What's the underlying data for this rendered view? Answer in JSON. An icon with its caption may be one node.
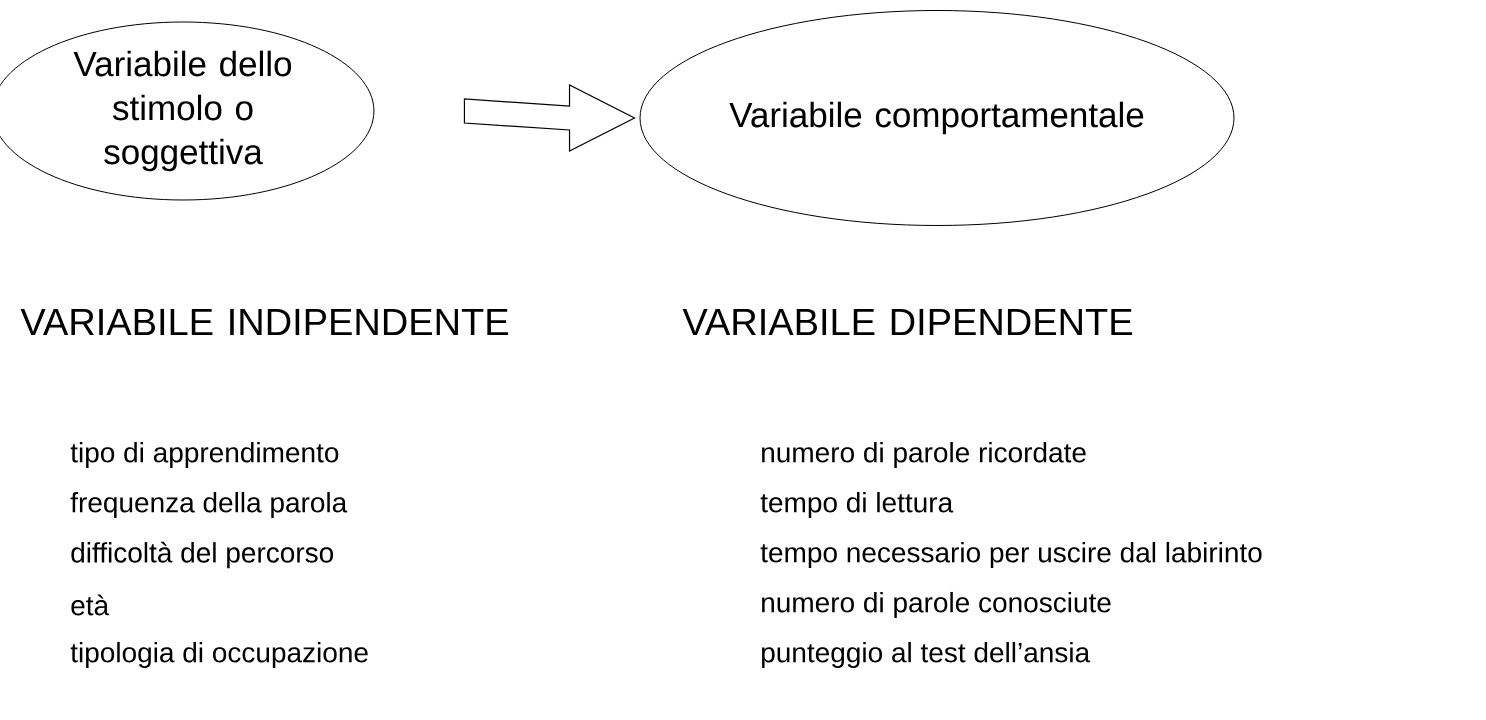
{
  "diagram": {
    "nodes": [
      {
        "text": [
          "Variabile dello stimolo o soggettiva"
        ]
      },
      {
        "text": [
          "Variabile comportamentale"
        ]
      }
    ],
    "edges": [
      {
        "from": 0,
        "to": 1,
        "arrow": "to"
      }
    ],
    "labels": [
      "VARIABILE INDIPENDENTE",
      "VARIABILE DIPENDENTE",
      "tipo di apprendimento",
      "numero di parole ricordate",
      "frequenza della parola",
      "tempo di lettura",
      "difficoltà del percorso",
      "tempo necessario per uscire dal labirinto",
      "età",
      "numero di parole conosciute",
      "tipologia di occupazione",
      "punteggio al test dell’ansia"
    ]
  }
}
